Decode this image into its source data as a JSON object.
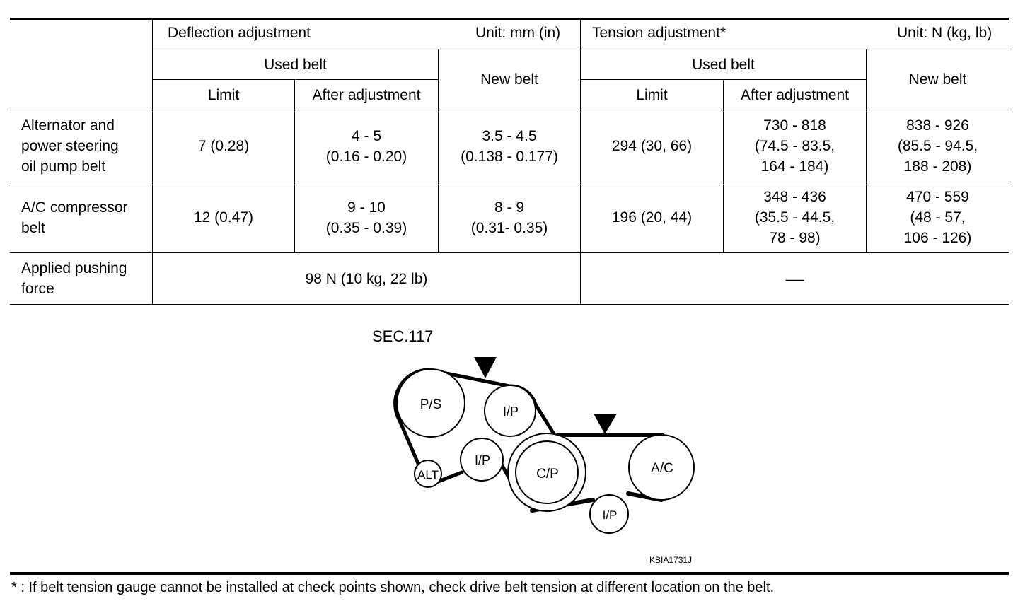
{
  "table": {
    "deflection_label": "Deflection adjustment",
    "deflection_unit": "Unit: mm (in)",
    "tension_label": "Tension adjustment*",
    "tension_unit": "Unit: N (kg, lb)",
    "used_belt": "Used belt",
    "new_belt": "New belt",
    "limit": "Limit",
    "after_adjustment": "After adjustment",
    "rows": [
      {
        "label": "Alternator and\npower steering\noil pump belt",
        "defl_limit": "7 (0.28)",
        "defl_after": "4 - 5\n(0.16 - 0.20)",
        "defl_new": "3.5 - 4.5\n(0.138 - 0.177)",
        "tens_limit": "294 (30, 66)",
        "tens_after": "730 - 818\n(74.5 - 83.5,\n164 - 184)",
        "tens_new": "838 - 926\n(85.5 - 94.5,\n188 - 208)"
      },
      {
        "label": "A/C compressor\nbelt",
        "defl_limit": "12 (0.47)",
        "defl_after": "9 - 10\n(0.35 - 0.39)",
        "defl_new": "8 - 9\n(0.31- 0.35)",
        "tens_limit": "196 (20, 44)",
        "tens_after": "348 - 436\n(35.5 - 44.5,\n78 - 98)",
        "tens_new": "470 - 559\n(48 - 57,\n106 - 126)"
      }
    ],
    "pushing_force_label": "Applied pushing\nforce",
    "pushing_force_value": "98 N (10 kg, 22 lb)",
    "pushing_force_tension": "—"
  },
  "diagram": {
    "section": "SEC.117",
    "labels": {
      "ps": "P/S",
      "ip_top": "I/P",
      "ip_mid": "I/P",
      "alt": "ALT",
      "cp": "C/P",
      "ac": "A/C",
      "ip_bottom": "I/P"
    },
    "code": "KBIA1731J"
  },
  "footnote": "* : If belt tension gauge cannot be installed at check points shown, check drive belt tension at different location on the belt."
}
